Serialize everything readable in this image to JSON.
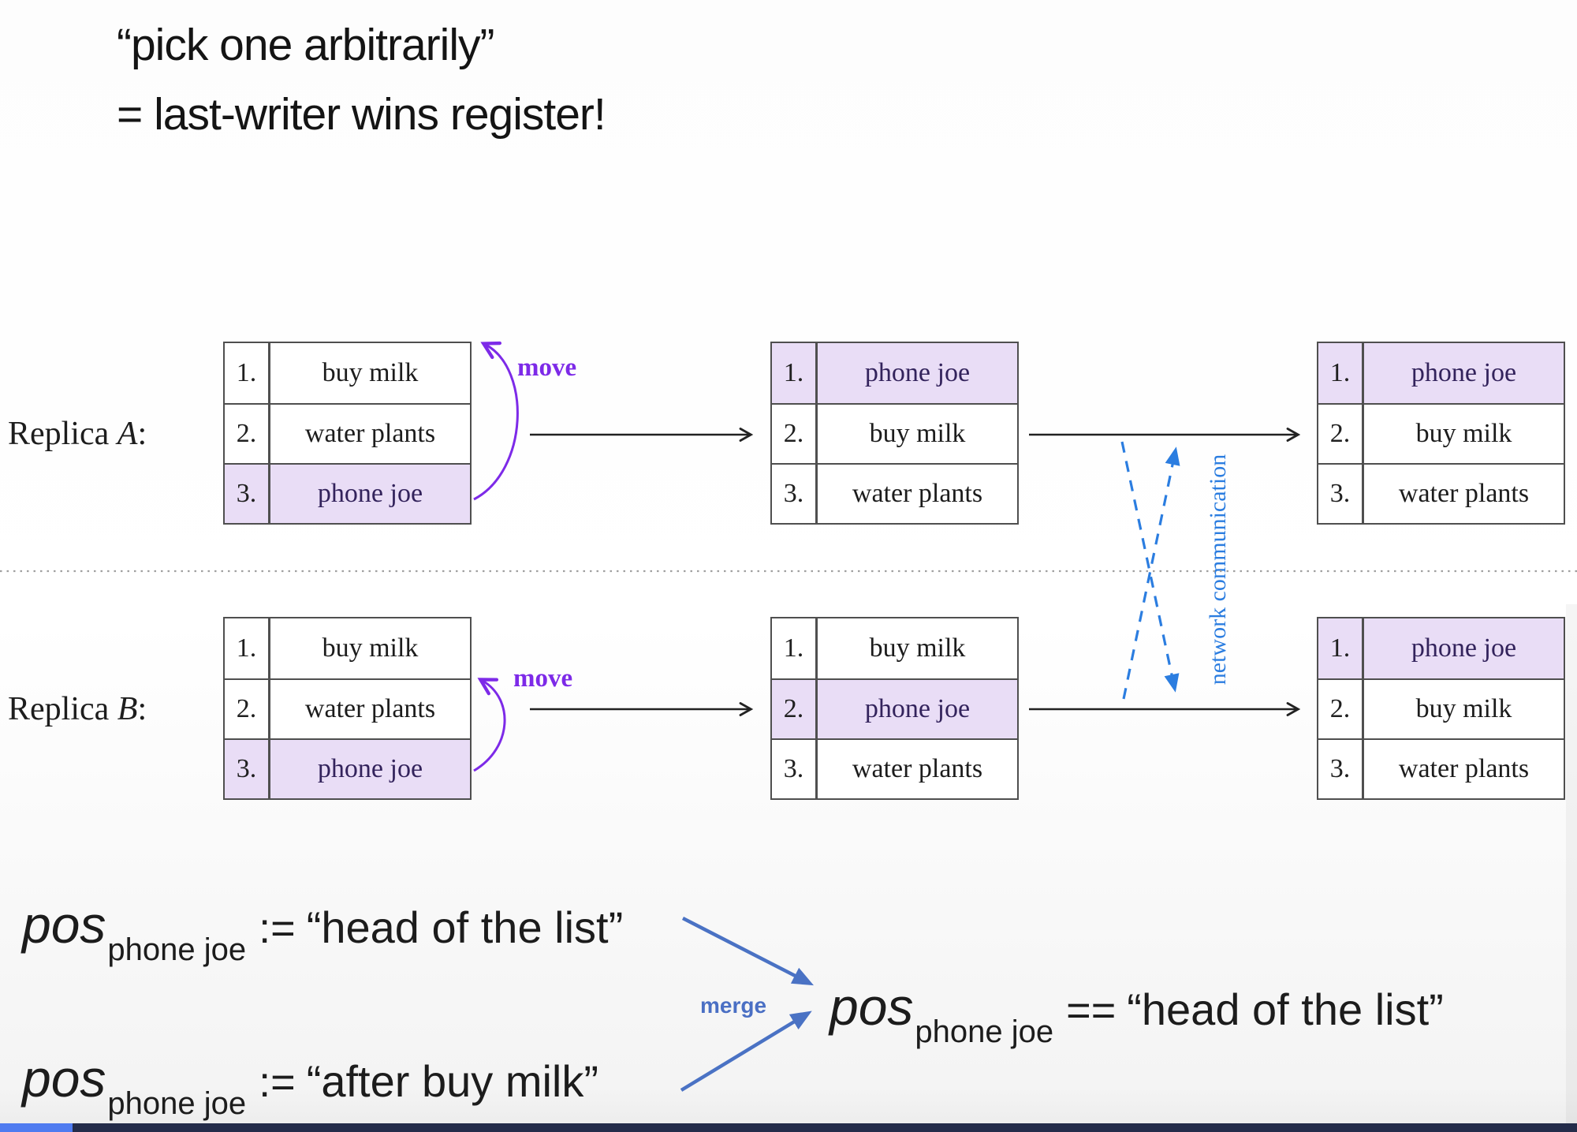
{
  "title": {
    "line1": "“pick one arbitrarily”",
    "line2": "= last-writer wins register!"
  },
  "replica_a": {
    "prefix": "Replica ",
    "letter": "A",
    "suffix": ":"
  },
  "replica_b": {
    "prefix": "Replica ",
    "letter": "B",
    "suffix": ":"
  },
  "tables": {
    "a1": [
      {
        "num": "1.",
        "text": "buy milk",
        "highlight": false
      },
      {
        "num": "2.",
        "text": "water plants",
        "highlight": false
      },
      {
        "num": "3.",
        "text": "phone joe",
        "highlight": true
      }
    ],
    "a2": [
      {
        "num": "1.",
        "text": "phone joe",
        "highlight": true
      },
      {
        "num": "2.",
        "text": "buy milk",
        "highlight": false
      },
      {
        "num": "3.",
        "text": "water plants",
        "highlight": false
      }
    ],
    "a3": [
      {
        "num": "1.",
        "text": "phone joe",
        "highlight": true
      },
      {
        "num": "2.",
        "text": "buy milk",
        "highlight": false
      },
      {
        "num": "3.",
        "text": "water plants",
        "highlight": false
      }
    ],
    "b1": [
      {
        "num": "1.",
        "text": "buy milk",
        "highlight": false
      },
      {
        "num": "2.",
        "text": "water plants",
        "highlight": false
      },
      {
        "num": "3.",
        "text": "phone joe",
        "highlight": true
      }
    ],
    "b2": [
      {
        "num": "1.",
        "text": "buy milk",
        "highlight": false
      },
      {
        "num": "2.",
        "text": "phone joe",
        "highlight": true
      },
      {
        "num": "3.",
        "text": "water plants",
        "highlight": false
      }
    ],
    "b3": [
      {
        "num": "1.",
        "text": "phone joe",
        "highlight": true
      },
      {
        "num": "2.",
        "text": "buy milk",
        "highlight": false
      },
      {
        "num": "3.",
        "text": "water plants",
        "highlight": false
      }
    ]
  },
  "labels": {
    "move_a": "move",
    "move_b": "move",
    "network": "network communication",
    "merge": "merge"
  },
  "formulas": {
    "local_a": {
      "var": "pos",
      "sub": "phone joe",
      "op": ":=",
      "value": "“head of the list”"
    },
    "local_b": {
      "var": "pos",
      "sub": "phone joe",
      "op": ":=",
      "value": "“after buy milk”"
    },
    "merged": {
      "var": "pos",
      "sub": "phone joe",
      "op": "==",
      "value": "“head of the list”"
    }
  },
  "colors": {
    "highlight": "#e9ddf6",
    "highlight_text": "#33235c",
    "move_purple": "#7d2ae8",
    "network_blue": "#2b7de0",
    "merge_blue": "#4a72c4",
    "table_border": "#4f4f4f",
    "arrow_black": "#222222",
    "progress_fill": "#4f7bf0",
    "progress_track": "#242c4a"
  }
}
